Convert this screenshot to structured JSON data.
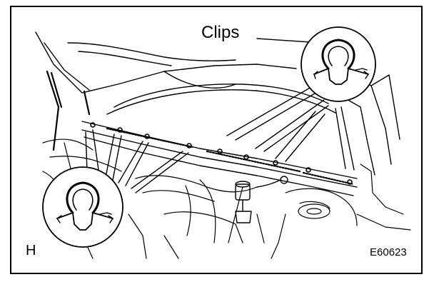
{
  "labels": {
    "clips": "Clips",
    "corner_letter": "H",
    "figure_code": "E60623"
  },
  "colors": {
    "ink": "#000000",
    "paper": "#ffffff"
  }
}
